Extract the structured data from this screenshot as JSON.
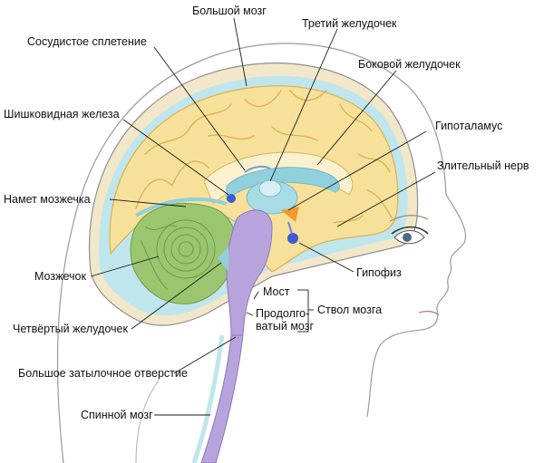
{
  "labels": {
    "cerebrum": "Большой мозг",
    "choroid_plexus": "Сосудистое сплетение",
    "third_ventricle": "Третий желудочек",
    "lateral_ventricle": "Боковой желудочек",
    "pineal_gland": "Шишковидная железа",
    "hypothalamus": "Гипоталамус",
    "optic_nerve": "Злительный нерв",
    "tentorium": "Намет мозжечка",
    "pituitary": "Гипофиз",
    "cerebellum": "Мозжечок",
    "pons": "Мост",
    "brainstem": "Ствол мозга",
    "medulla_line1": "Продолго-",
    "medulla_line2": "ватый мозг",
    "fourth_ventricle": "Четвёртый желудочек",
    "foramen_magnum": "Большое затылочное отверстие",
    "spinal_cord": "Спинной мозг"
  },
  "colors": {
    "cerebrum": "#f7e19a",
    "gyri_lines": "#d9b45a",
    "csf_blue": "#bfe6ec",
    "cerebellum": "#9cc56f",
    "brainstem": "#b7a4dc",
    "hypothalamus": "#f39a2e",
    "pineal": "#3f5bd1",
    "skin": "#ffffff",
    "outline": "#9a9a9a"
  }
}
